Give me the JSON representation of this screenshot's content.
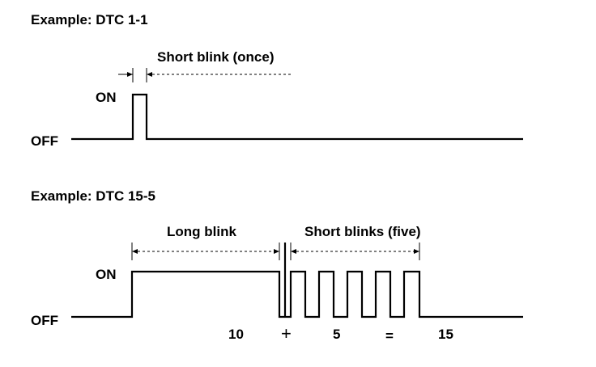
{
  "example1": {
    "title": "Example: DTC 1-1",
    "on_label": "ON",
    "off_label": "OFF",
    "short_blink_label": "Short blink (once)"
  },
  "example2": {
    "title": "Example: DTC 15-5",
    "on_label": "ON",
    "off_label": "OFF",
    "long_blink_label": "Long blink",
    "short_blinks_label": "Short blinks (five)",
    "equation": {
      "a": "10",
      "plus": "+",
      "b": "5",
      "equals": "=",
      "result": "15"
    }
  }
}
